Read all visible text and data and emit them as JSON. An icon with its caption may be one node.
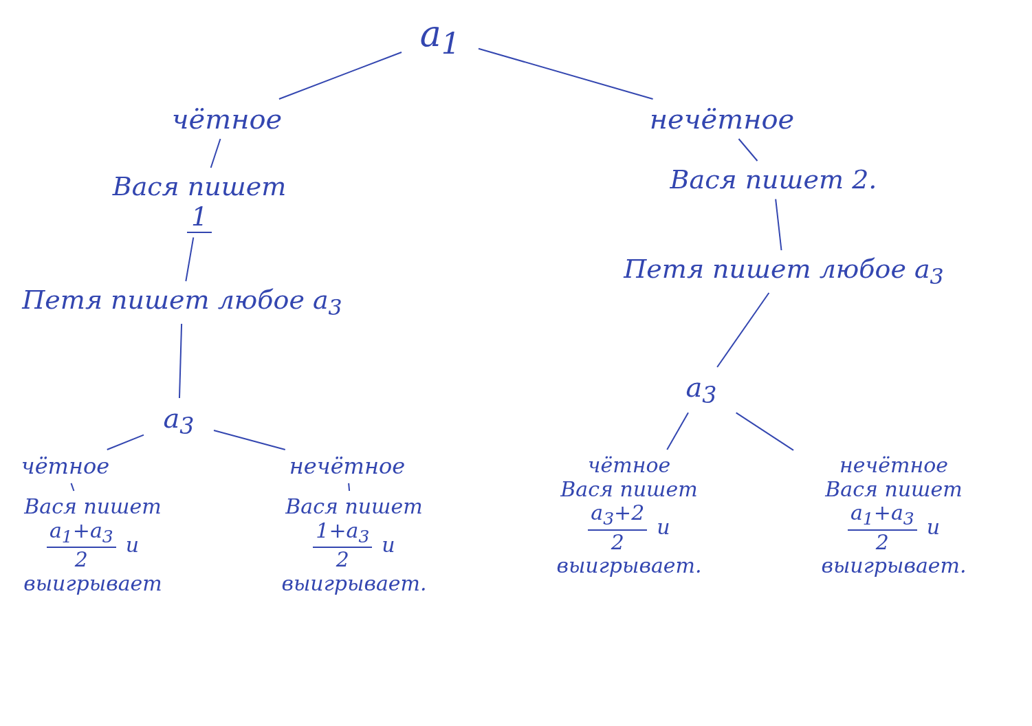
{
  "diagram": {
    "nodes": [
      {
        "text": [
          "a$_{1}$"
        ]
      },
      {
        "text": [
          "чётное"
        ]
      },
      {
        "text": [
          "нечётное"
        ]
      },
      {
        "text": [
          "Вася пишет",
          "1"
        ]
      },
      {
        "text": [
          "Петя пишет любое a$_{3}$"
        ]
      },
      {
        "text": [
          "a$_{3}$"
        ]
      },
      {
        "text": [
          "чётное"
        ]
      },
      {
        "text": [
          "нечётное"
        ]
      },
      {
        "text": [
          "Вася пишет",
          "a$_{1}$+a$_{3}$",
          "2",
          "и",
          "выигрывает"
        ]
      },
      {
        "text": [
          "Вася пишет",
          "1+a$_{3}$",
          "2",
          "и",
          "выигрывает."
        ]
      },
      {
        "text": [
          "Вася пишет 2."
        ]
      },
      {
        "text": [
          "Петя пишет любое a$_{3}$"
        ]
      },
      {
        "text": [
          "a$_{3}$"
        ]
      },
      {
        "text": [
          "чётное",
          "Вася пишет",
          "a$_{3}$+2",
          "2",
          "и",
          "выигрывает."
        ]
      },
      {
        "text": [
          "нечётное",
          "Вася пишет",
          "a$_{1}$+a$_{3}$",
          "2",
          "и",
          "выигрывает."
        ]
      }
    ],
    "edges": [
      {
        "from": 0,
        "to": 1,
        "arrow": "none"
      },
      {
        "from": 0,
        "to": 2,
        "arrow": "none"
      },
      {
        "from": 1,
        "to": 3,
        "arrow": "none"
      },
      {
        "from": 3,
        "to": 4,
        "arrow": "none"
      },
      {
        "from": 4,
        "to": 5,
        "arrow": "none"
      },
      {
        "from": 5,
        "to": 6,
        "arrow": "none"
      },
      {
        "from": 5,
        "to": 7,
        "arrow": "none"
      },
      {
        "from": 6,
        "to": 8,
        "arrow": "none"
      },
      {
        "from": 7,
        "to": 9,
        "arrow": "none"
      },
      {
        "from": 2,
        "to": 10,
        "arrow": "none"
      },
      {
        "from": 10,
        "to": 11,
        "arrow": "none"
      },
      {
        "from": 11,
        "to": 12,
        "arrow": "none"
      },
      {
        "from": 12,
        "to": 13,
        "arrow": "none"
      },
      {
        "from": 12,
        "to": 14,
        "arrow": "none"
      }
    ]
  }
}
